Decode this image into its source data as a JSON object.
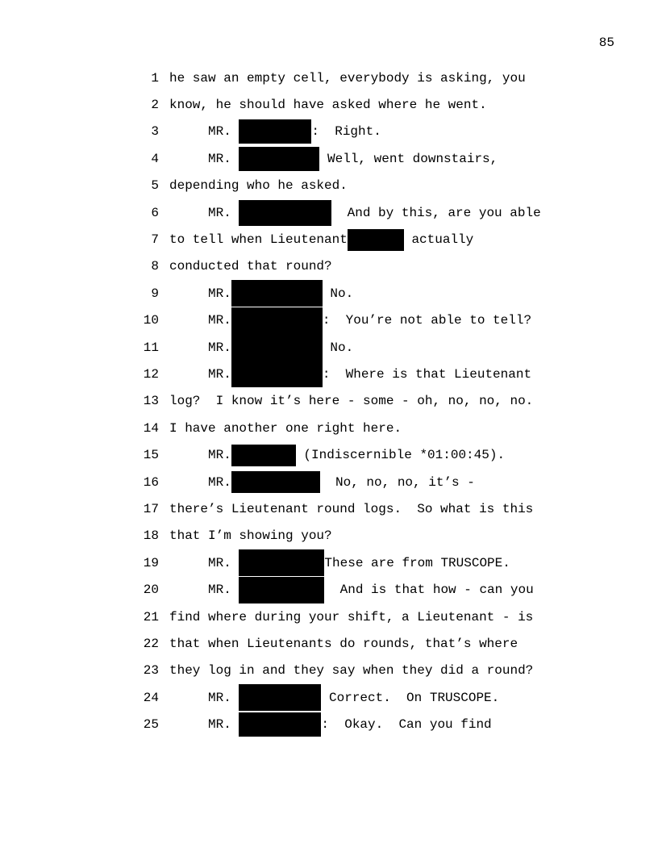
{
  "page": {
    "number": "85"
  },
  "redaction_color": "#000000",
  "lines": [
    {
      "num": "1",
      "segs": [
        {
          "text": "he saw an empty cell, everybody is asking, you"
        }
      ]
    },
    {
      "num": "2",
      "segs": [
        {
          "text": "know, he should have asked where he went."
        }
      ]
    },
    {
      "num": "3",
      "segs": [
        {
          "text": "     MR. "
        },
        {
          "redact": true,
          "w": 90,
          "h": 30
        },
        {
          "text": ":  Right."
        }
      ]
    },
    {
      "num": "4",
      "segs": [
        {
          "text": "     MR. "
        },
        {
          "redact": true,
          "w": 100,
          "h": 30
        },
        {
          "text": " Well, went downstairs,"
        }
      ]
    },
    {
      "num": "5",
      "segs": [
        {
          "text": "depending who he asked."
        }
      ]
    },
    {
      "num": "6",
      "segs": [
        {
          "text": "     MR. "
        },
        {
          "redact": true,
          "w": 115,
          "h": 32
        },
        {
          "text": "  And by this, are you able"
        }
      ]
    },
    {
      "num": "7",
      "segs": [
        {
          "text": "to tell when Lieutenant"
        },
        {
          "redact": true,
          "w": 70,
          "h": 27
        },
        {
          "text": " actually"
        }
      ]
    },
    {
      "num": "8",
      "segs": [
        {
          "text": "conducted that round?"
        }
      ]
    },
    {
      "num": "9",
      "segs": [
        {
          "text": "     MR."
        },
        {
          "redact": true,
          "w": 113,
          "h": 33
        },
        {
          "text": " No."
        }
      ]
    },
    {
      "num": "10",
      "segs": [
        {
          "text": "     MR."
        },
        {
          "redact": true,
          "w": 113,
          "h": 33
        },
        {
          "text": ":  You’re not able to tell?"
        }
      ]
    },
    {
      "num": "11",
      "segs": [
        {
          "text": "     MR."
        },
        {
          "redact": true,
          "w": 113,
          "h": 33
        },
        {
          "text": " No."
        }
      ]
    },
    {
      "num": "12",
      "segs": [
        {
          "text": "     MR."
        },
        {
          "redact": true,
          "w": 113,
          "h": 33
        },
        {
          "text": ":  Where is that Lieutenant"
        }
      ]
    },
    {
      "num": "13",
      "segs": [
        {
          "text": "log?  I know it’s here - some - oh, no, no, no."
        }
      ]
    },
    {
      "num": "14",
      "segs": [
        {
          "text": "I have another one right here."
        }
      ]
    },
    {
      "num": "15",
      "segs": [
        {
          "text": "     MR."
        },
        {
          "redact": true,
          "w": 80,
          "h": 27
        },
        {
          "text": " (Indiscernible *01:00:45)."
        }
      ]
    },
    {
      "num": "16",
      "segs": [
        {
          "text": "     MR."
        },
        {
          "redact": true,
          "w": 110,
          "h": 27
        },
        {
          "text": "  No, no, no, it’s -"
        }
      ]
    },
    {
      "num": "17",
      "segs": [
        {
          "text": "there’s Lieutenant round logs.  So what is this"
        }
      ]
    },
    {
      "num": "18",
      "segs": [
        {
          "text": "that I’m showing you?"
        }
      ]
    },
    {
      "num": "19",
      "segs": [
        {
          "text": "     MR. "
        },
        {
          "redact": true,
          "w": 106,
          "h": 33
        },
        {
          "text": "These are from TRUSCOPE."
        }
      ]
    },
    {
      "num": "20",
      "segs": [
        {
          "text": "     MR. "
        },
        {
          "redact": true,
          "w": 106,
          "h": 33
        },
        {
          "text": "  And is that how - can you"
        }
      ]
    },
    {
      "num": "21",
      "segs": [
        {
          "text": "find where during your shift, a Lieutenant - is"
        }
      ]
    },
    {
      "num": "22",
      "segs": [
        {
          "text": "that when Lieutenants do rounds, that’s where"
        }
      ]
    },
    {
      "num": "23",
      "segs": [
        {
          "text": "they log in and they say when they did a round?"
        }
      ]
    },
    {
      "num": "24",
      "segs": [
        {
          "text": "     MR. "
        },
        {
          "redact": true,
          "w": 102,
          "h": 33
        },
        {
          "text": " Correct.  On TRUSCOPE."
        }
      ]
    },
    {
      "num": "25",
      "segs": [
        {
          "text": "     MR. "
        },
        {
          "redact": true,
          "w": 102,
          "h": 30
        },
        {
          "text": ":  Okay.  Can you find"
        }
      ]
    }
  ]
}
